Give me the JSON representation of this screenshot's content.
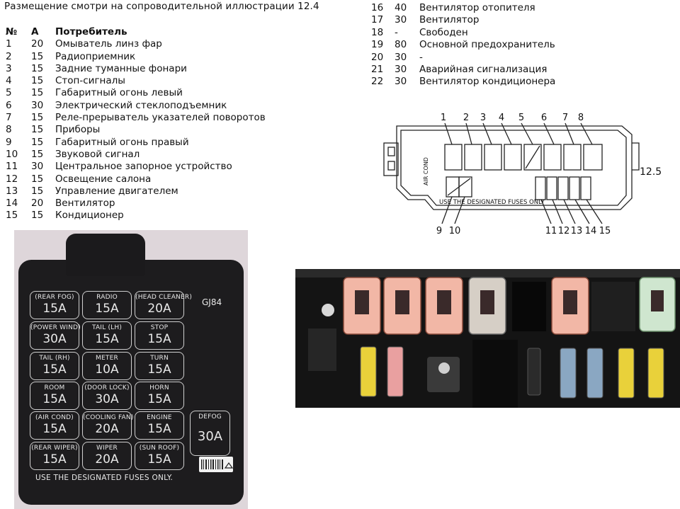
{
  "caption": "Размещение смотри на сопроводительной иллюстрации 12.4",
  "table_header": {
    "num": "№",
    "amps": "А",
    "consumer": "Потребитель"
  },
  "left_rows": [
    {
      "num": "1",
      "amps": "20",
      "consumer": "Омыватель линз фар"
    },
    {
      "num": "2",
      "amps": "15",
      "consumer": "Радиоприемник"
    },
    {
      "num": "3",
      "amps": "15",
      "consumer": "Задние туманные фонари"
    },
    {
      "num": "4",
      "amps": "15",
      "consumer": "Стоп-сигналы"
    },
    {
      "num": "5",
      "amps": "15",
      "consumer": "Габаритный огонь левый"
    },
    {
      "num": "6",
      "amps": "30",
      "consumer": "Электрический стеклоподъемник"
    },
    {
      "num": "7",
      "amps": "15",
      "consumer": "Реле-прерыватель указателей поворотов"
    },
    {
      "num": "8",
      "amps": "15",
      "consumer": "Приборы"
    },
    {
      "num": "9",
      "amps": "15",
      "consumer": "Габаритный огонь правый"
    },
    {
      "num": "10",
      "amps": "15",
      "consumer": "Звуковой сигнал"
    },
    {
      "num": "11",
      "amps": "30",
      "consumer": "Центральное запорное устройство"
    },
    {
      "num": "12",
      "amps": "15",
      "consumer": "Освещение салона"
    },
    {
      "num": "13",
      "amps": "15",
      "consumer": "Управление двигателем"
    },
    {
      "num": "14",
      "amps": "20",
      "consumer": "Вентилятор"
    },
    {
      "num": "15",
      "amps": "15",
      "consumer": "Кондиционер"
    }
  ],
  "right_rows": [
    {
      "num": "16",
      "amps": "40",
      "consumer": "Вентилятор отопителя"
    },
    {
      "num": "17",
      "amps": "30",
      "consumer": "Вентилятор"
    },
    {
      "num": "18",
      "amps": "-",
      "consumer": "Свободен"
    },
    {
      "num": "19",
      "amps": "80",
      "consumer": "Основной предохранитель"
    },
    {
      "num": "20",
      "amps": "30",
      "consumer": "-"
    },
    {
      "num": "21",
      "amps": "30",
      "consumer": "Аварийная сигнализация"
    },
    {
      "num": "22",
      "amps": "30",
      "consumer": "Вентилятор кондиционера"
    }
  ],
  "diagram": {
    "label": "12.5",
    "top_numbers": [
      "1",
      "2",
      "3",
      "4",
      "5",
      "6",
      "7",
      "8"
    ],
    "bottom_left_numbers": [
      "9",
      "10"
    ],
    "bottom_right_numbers": [
      "11",
      "12",
      "13",
      "14",
      "15"
    ],
    "side_text": "AIR COND",
    "bottom_text": "USE THE DESIGNATED FUSES ONLY"
  },
  "fusebox": {
    "code": "GJ84",
    "footer": "USE THE DESIGNATED FUSES ONLY.",
    "cells": [
      {
        "label": "(REAR FOG)",
        "amps": "15A"
      },
      {
        "label": "RADIO",
        "amps": "15A"
      },
      {
        "label": "(HEAD CLEANER)",
        "amps": "20A"
      },
      {
        "label": "(POWER WIND)",
        "amps": "30A"
      },
      {
        "label": "TAIL (LH)",
        "amps": "15A"
      },
      {
        "label": "STOP",
        "amps": "15A"
      },
      {
        "label": "TAIL (RH)",
        "amps": "15A"
      },
      {
        "label": "METER",
        "amps": "10A"
      },
      {
        "label": "TURN",
        "amps": "15A"
      },
      {
        "label": "ROOM",
        "amps": "15A"
      },
      {
        "label": "(DOOR LOCK)",
        "amps": "30A"
      },
      {
        "label": "HORN",
        "amps": "15A"
      },
      {
        "label": "(AIR COND)",
        "amps": "15A"
      },
      {
        "label": "(COOLING FAN)",
        "amps": "20A"
      },
      {
        "label": "ENGINE",
        "amps": "15A"
      },
      {
        "label": "(REAR WIPER)",
        "amps": "15A"
      },
      {
        "label": "WIPER",
        "amps": "20A"
      },
      {
        "label": "(SUN ROOF)",
        "amps": "15A"
      }
    ],
    "defog": {
      "label": "DEFOG",
      "amps": "30A"
    }
  },
  "colors": {
    "text": "#111111",
    "box": "#1d1c1e",
    "fuse_pink": "#f2b7a6",
    "fuse_yellow": "#e9d13a",
    "fuse_green": "#cfe6cf"
  }
}
